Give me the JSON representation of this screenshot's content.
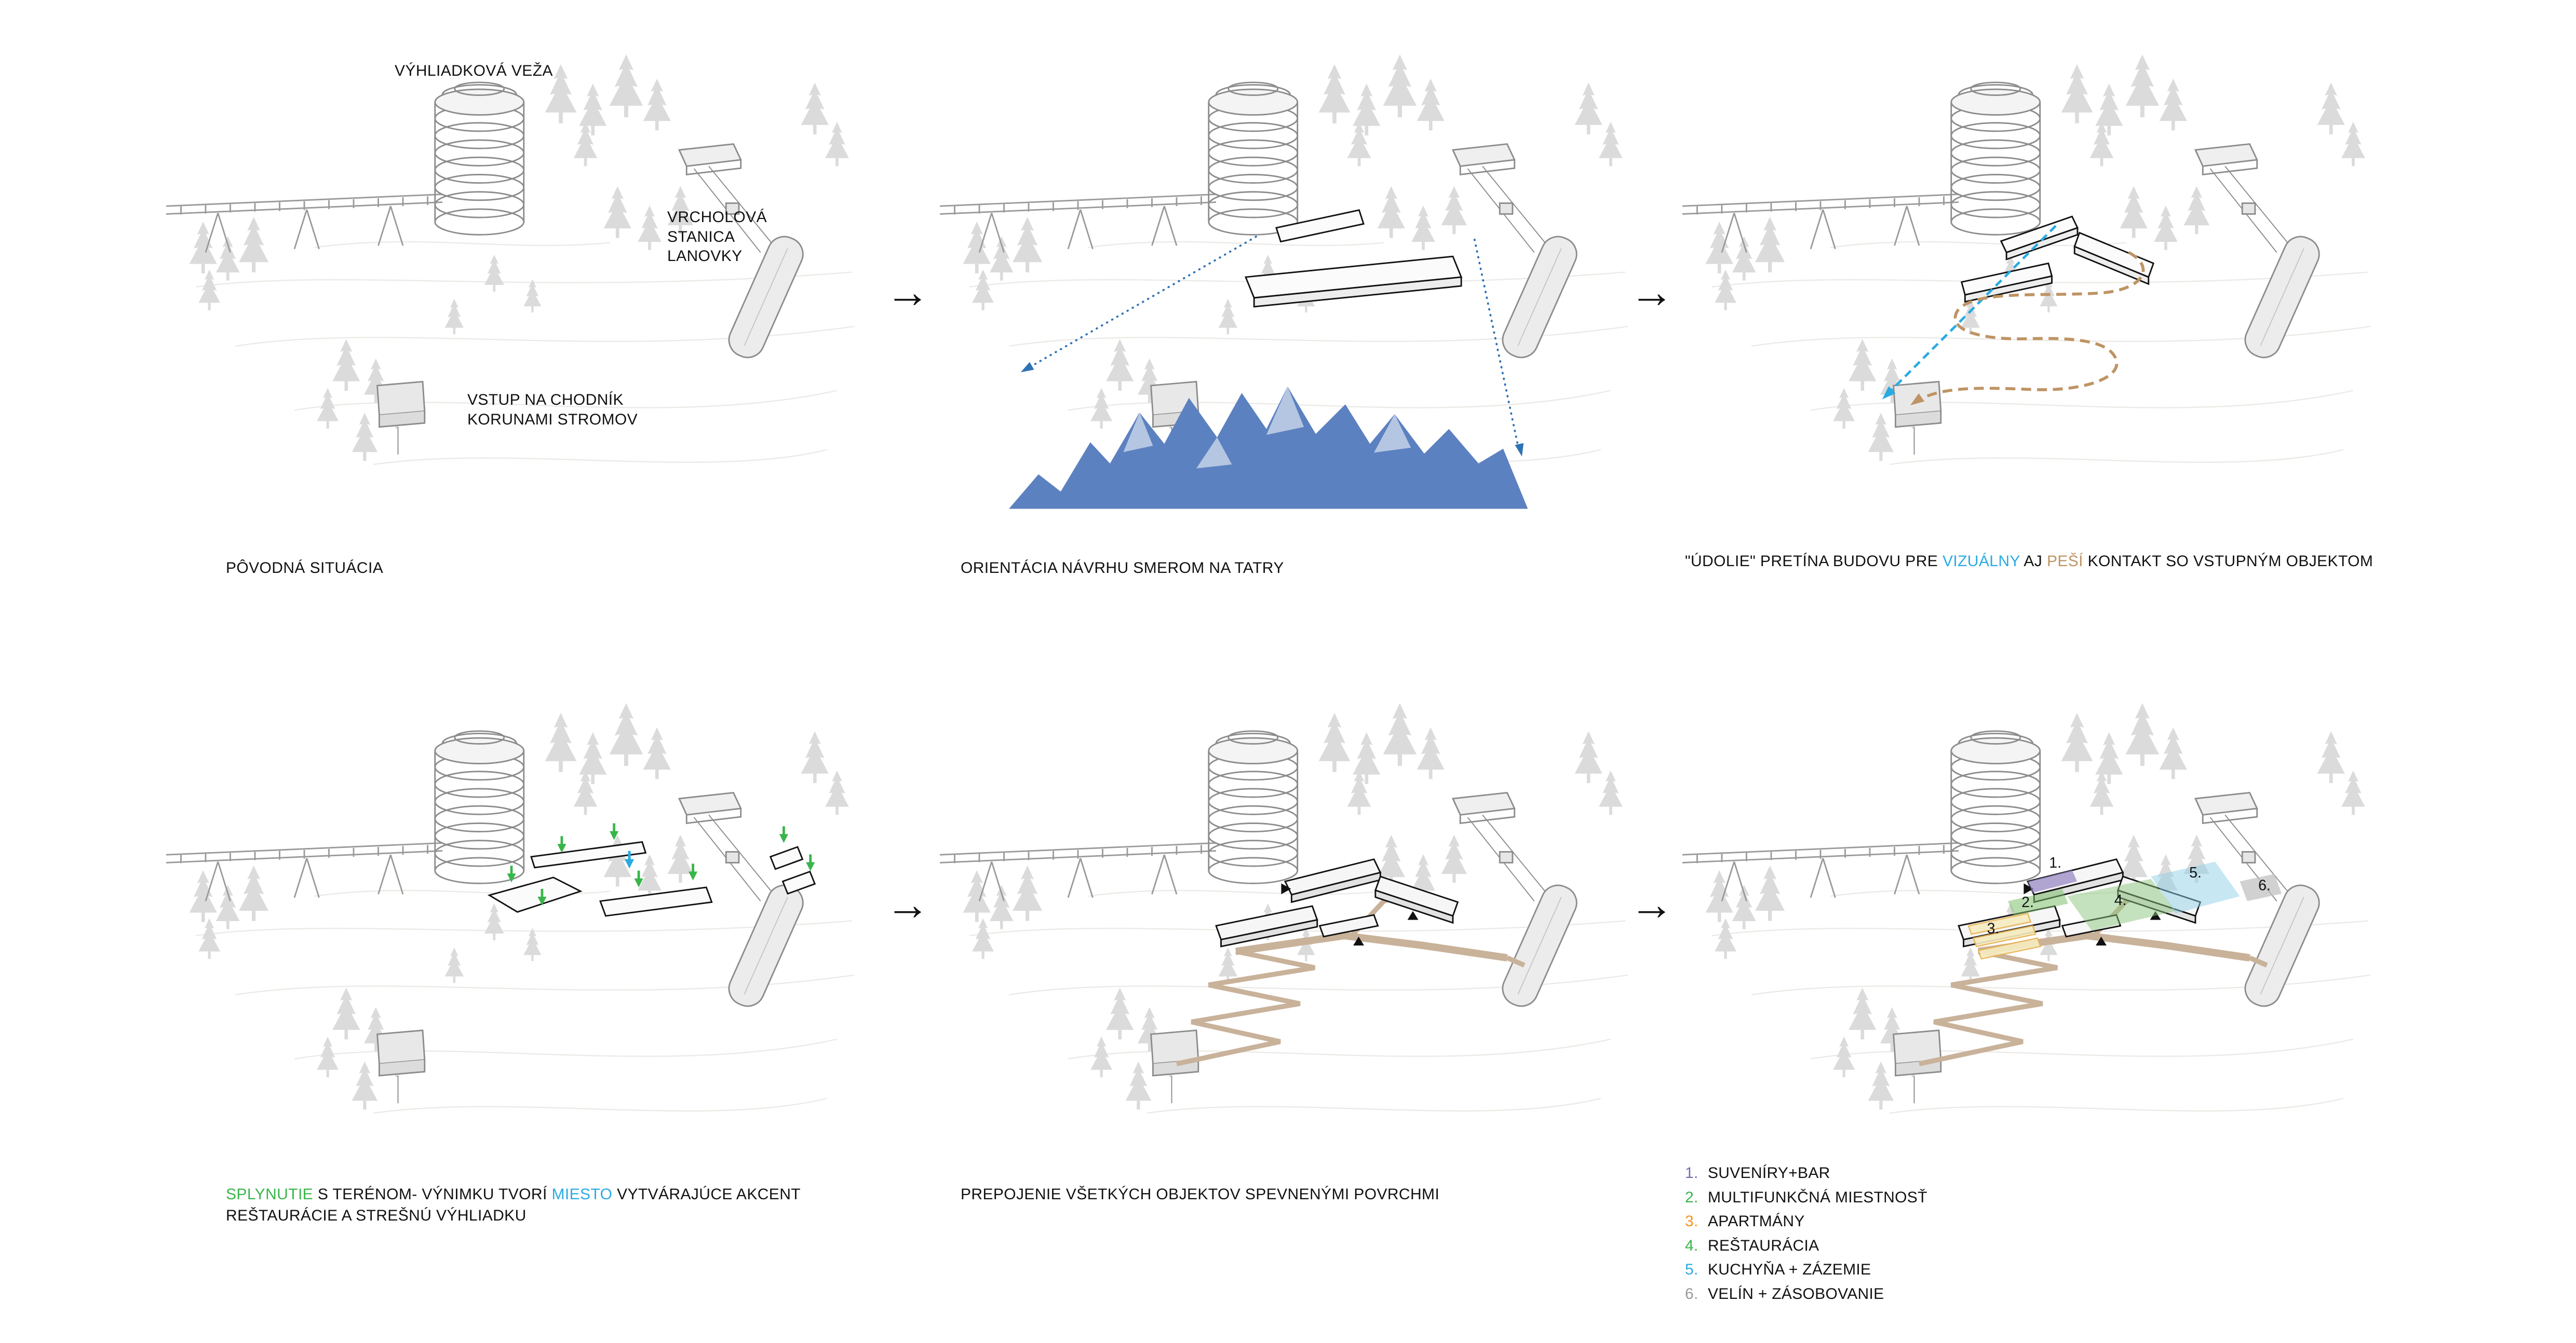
{
  "colors": {
    "cyan_accent": "#29ABE2",
    "tan_accent": "#BE9464",
    "green_accent": "#39B54A",
    "mountain_blue": "#5C81C0",
    "dotted_arrow_blue": "#2F72B5",
    "path_tan": "#C9B29A",
    "zone_purple": "#8F7FC0",
    "zone_green": "#8CC67E",
    "zone_yellow": "#F7ECC0",
    "zone_yellow_outline": "#E8B14E",
    "zone_blue": "#8FD0E8",
    "zone_gray": "#BDBDBD",
    "sketch_gray": "#8C8C8C",
    "tree_gray": "#DBDBDB"
  },
  "connector": {
    "symbol": "→"
  },
  "panels": [
    {
      "caption": "PÔVODNÁ SITUÁCIA",
      "annotations": {
        "tower": "VÝHLIADKOVÁ VEŽA",
        "station": "VRCHOLOVÁ\nSTANICA\nLANOVKY",
        "entry": "VSTUP NA CHODNÍK\nKORUNAMI STROMOV"
      }
    },
    {
      "caption": "ORIENTÁCIA NÁVRHU SMEROM NA TATRY"
    },
    {
      "caption_rich": [
        {
          "text": "\"ÚDOLIE\" PRETÍNA BUDOVU PRE "
        },
        {
          "text": "VIZUÁLNY",
          "color": "#29ABE2"
        },
        {
          "text": " AJ "
        },
        {
          "text": "PEŠÍ",
          "color": "#BE9464"
        },
        {
          "text": " KONTAKT SO VSTUPNÝM OBJEKTOM"
        }
      ]
    },
    {
      "caption_rich": [
        {
          "text": "SPLYNUTIE",
          "color": "#39B54A"
        },
        {
          "text": " S TERÉNOM- VÝNIMKU TVORÍ "
        },
        {
          "text": "MIESTO",
          "color": "#29ABE2"
        },
        {
          "text": " VYTVÁRAJÚCE AKCENT REŠTAURÁCIE A STREŠNÚ VÝHLIADKU"
        }
      ]
    },
    {
      "caption": "PREPOJENIE VŠETKÝCH OBJEKTOV SPEVNENÝMI POVRCHMI"
    },
    {
      "zone_labels": [
        "1.",
        "2.",
        "3.",
        "4.",
        "5.",
        "6."
      ]
    }
  ],
  "legend": {
    "items": [
      {
        "number": "1.",
        "label": "SUVENÍRY+BAR",
        "color": "#7C6BB0"
      },
      {
        "number": "2.",
        "label": "MULTIFUNKČNÁ MIESTNOSŤ",
        "color": "#39B54A"
      },
      {
        "number": "3.",
        "label": "APARTMÁNY",
        "color": "#F7931E"
      },
      {
        "number": "4.",
        "label": "REŠTAURÁCIA",
        "color": "#39B54A"
      },
      {
        "number": "5.",
        "label": "KUCHYŇA + ZÁZEMIE",
        "color": "#29ABE2"
      },
      {
        "number": "6.",
        "label": "VELÍN + ZÁSOBOVANIE",
        "color": "#999999"
      }
    ]
  }
}
